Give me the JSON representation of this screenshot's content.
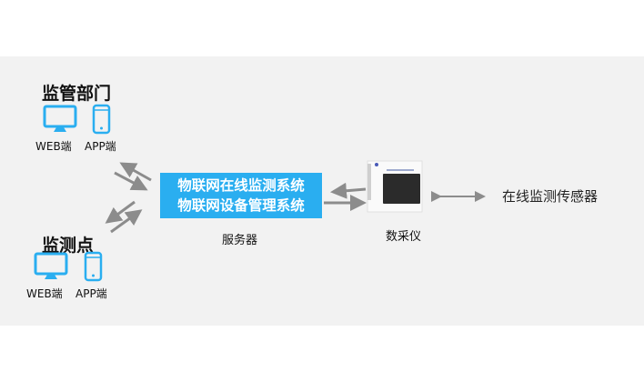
{
  "regulator": {
    "title": "监管部门",
    "web_label": "WEB端",
    "app_label": "APP端"
  },
  "monitor_point": {
    "title": "监测点",
    "web_label": "WEB端",
    "app_label": "APP端"
  },
  "server": {
    "line1": "物联网在线监测系统",
    "line2": "物联网设备管理系统",
    "caption": "服务器"
  },
  "collector": {
    "caption": "数采仪"
  },
  "sensor": {
    "label": "在线监测传感器"
  },
  "colors": {
    "accent": "#2aaef0",
    "arrow": "#8c8c8c",
    "background": "#f2f2f2"
  }
}
